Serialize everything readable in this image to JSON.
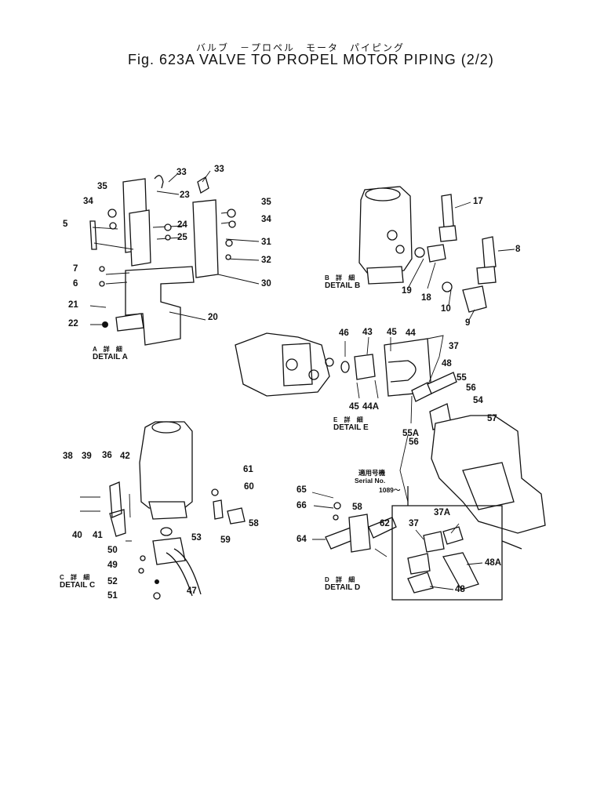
{
  "header": {
    "japanese": "バルブ　－プロペル　モータ　パイピング",
    "title": "Fig. 623A  VALVE TO PROPEL MOTOR PIPING (2/2)"
  },
  "details": {
    "a": {
      "jp": "A 詳 細",
      "label": "DETAIL A"
    },
    "b": {
      "jp": "B 詳 細",
      "label": "DETAIL B"
    },
    "c": {
      "jp": "C 詳 細",
      "label": "DETAIL C"
    },
    "d": {
      "jp": "D 詳 細",
      "label": "DETAIL D"
    },
    "e": {
      "jp": "E 詳 細",
      "label": "DETAIL E"
    }
  },
  "serial_note": {
    "jp": "適用号機",
    "label": "Serial No.",
    "range": "1089～"
  },
  "callouts": {
    "a": [
      "33",
      "33",
      "35",
      "23",
      "34",
      "5",
      "24",
      "25",
      "35",
      "34",
      "31",
      "32",
      "7",
      "6",
      "30",
      "21",
      "20",
      "22"
    ],
    "b": [
      "17",
      "8",
      "19",
      "18",
      "10",
      "9"
    ],
    "e": [
      "46",
      "43",
      "45",
      "44",
      "37",
      "48",
      "55",
      "56",
      "54",
      "45",
      "44A",
      "57",
      "55A",
      "56"
    ],
    "c": [
      "38",
      "39",
      "36",
      "42",
      "61",
      "60",
      "58",
      "40",
      "41",
      "59",
      "53",
      "50",
      "49",
      "52",
      "51",
      "47"
    ],
    "d": [
      "65",
      "66",
      "58",
      "62",
      "64",
      "37",
      "37A",
      "48A",
      "48"
    ]
  }
}
